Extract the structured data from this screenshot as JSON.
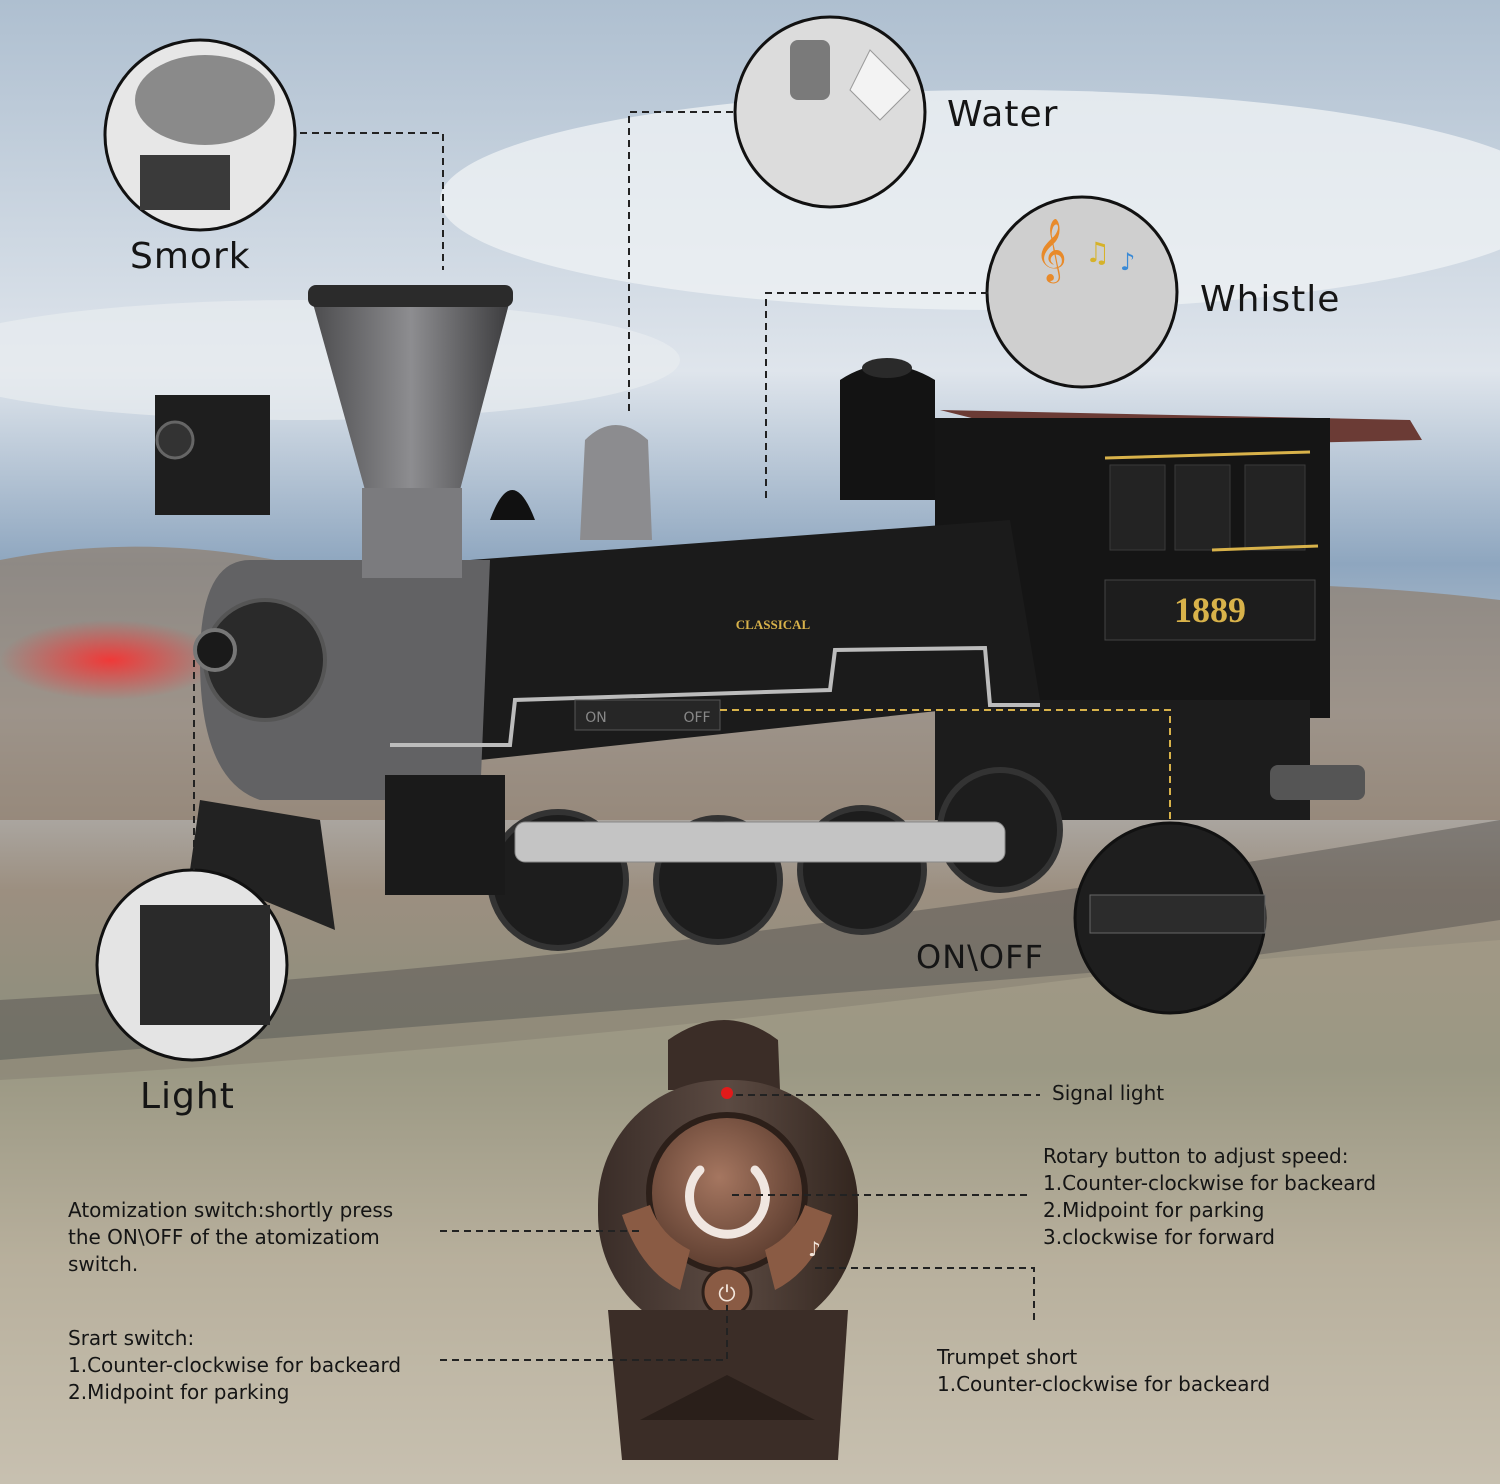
{
  "callouts": {
    "smoke": "Smork",
    "water": "Water",
    "whistle": "Whistle",
    "light": "Light",
    "onoff": "ON\\OFF"
  },
  "locomotive": {
    "name_plate": "CLASSICAL",
    "number": "1889",
    "switch_on": "ON",
    "switch_off": "OFF"
  },
  "remote": {
    "signal_light": "Signal light",
    "rotary": {
      "title": "Rotary button to adjust speed:",
      "lines": [
        "1.Counter-clockwise for backeard",
        "2.Midpoint for parking",
        "3.clockwise for forward"
      ]
    },
    "atomization": {
      "lines": [
        "Atomization switch:shortly press",
        "the ON\\OFF of the atomizatiom",
        "switch."
      ]
    },
    "start": {
      "title": "Srart switch:",
      "lines": [
        "1.Counter-clockwise for backeard",
        "2.Midpoint for parking"
      ]
    },
    "trumpet": {
      "title": "Trumpet short",
      "lines": [
        "1.Counter-clockwise for backeard"
      ]
    }
  },
  "colors": {
    "locomotive_body": "#1a1a1a",
    "stack_silver": "#6e6e70",
    "roof_maroon": "#6b3b35",
    "gold_trim": "#d8b24a",
    "remote_brown": "#4a3a33",
    "remote_button": "#8a5b44",
    "signal_red": "#e11a1a"
  },
  "icons": [
    "music-notes-icon",
    "power-icon",
    "note-icon",
    "smoke-icon"
  ]
}
